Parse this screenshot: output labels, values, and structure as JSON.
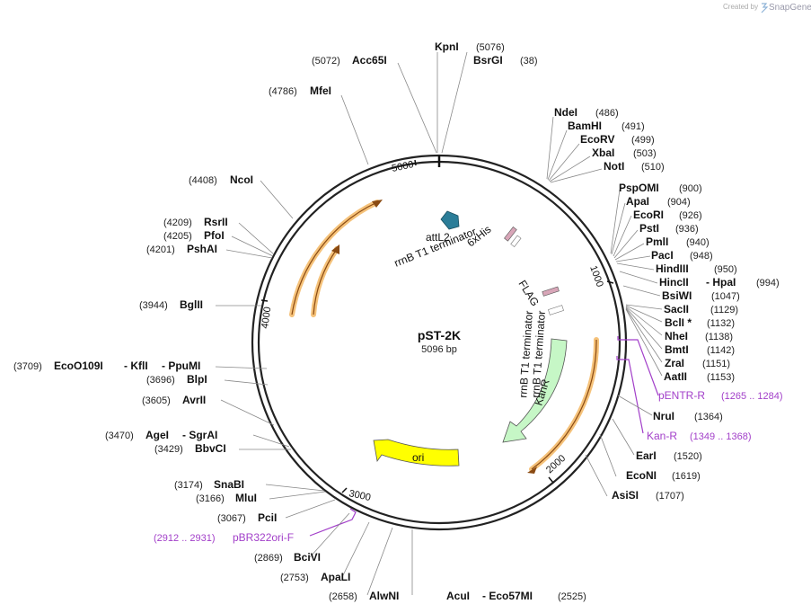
{
  "header": {
    "created_by": "Created by",
    "brand": "SnapGene"
  },
  "plasmid": {
    "name": "pST-2K",
    "size_label": "5096 bp"
  },
  "ticks": [
    "1000",
    "2000",
    "3000",
    "4000",
    "5000"
  ],
  "sites": [
    {
      "id": "kpni",
      "name": "KpnI",
      "pos": "(5076)"
    },
    {
      "id": "bsrgi",
      "name": "BsrGI",
      "pos": "(38)"
    },
    {
      "id": "acc65i",
      "name": "Acc65I",
      "pos": "(5072)"
    },
    {
      "id": "mfei",
      "name": "MfeI",
      "pos": "(4786)"
    },
    {
      "id": "ndei",
      "name": "NdeI",
      "pos": "(486)"
    },
    {
      "id": "bamhi",
      "name": "BamHI",
      "pos": "(491)"
    },
    {
      "id": "ecorv",
      "name": "EcoRV",
      "pos": "(499)"
    },
    {
      "id": "xbai",
      "name": "XbaI",
      "pos": "(503)"
    },
    {
      "id": "noti",
      "name": "NotI",
      "pos": "(510)"
    },
    {
      "id": "pspomi",
      "name": "PspOMI",
      "pos": "(900)"
    },
    {
      "id": "apai",
      "name": "ApaI",
      "pos": "(904)"
    },
    {
      "id": "ecori",
      "name": "EcoRI",
      "pos": "(926)"
    },
    {
      "id": "psti",
      "name": "PstI",
      "pos": "(936)"
    },
    {
      "id": "pmli",
      "name": "PmlI",
      "pos": "(940)"
    },
    {
      "id": "paci",
      "name": "PacI",
      "pos": "(948)"
    },
    {
      "id": "hindiii",
      "name": "HindIII",
      "pos": "(950)"
    },
    {
      "id": "hincii",
      "name": "HincII",
      "pos": ""
    },
    {
      "id": "hpai",
      "name": "- HpaI",
      "pos": "(994)"
    },
    {
      "id": "bsiwi",
      "name": "BsiWI",
      "pos": "(1047)"
    },
    {
      "id": "sacii",
      "name": "SacII",
      "pos": "(1129)"
    },
    {
      "id": "bcli",
      "name": "BclI *",
      "pos": "(1132)"
    },
    {
      "id": "nhei",
      "name": "NheI",
      "pos": "(1138)"
    },
    {
      "id": "bmti",
      "name": "BmtI",
      "pos": "(1142)"
    },
    {
      "id": "zrai",
      "name": "ZraI",
      "pos": "(1151)"
    },
    {
      "id": "aatii",
      "name": "AatII",
      "pos": "(1153)"
    },
    {
      "id": "nrui",
      "name": "NruI",
      "pos": "(1364)"
    },
    {
      "id": "eari",
      "name": "EarI",
      "pos": "(1520)"
    },
    {
      "id": "econi",
      "name": "EcoNI",
      "pos": "(1619)"
    },
    {
      "id": "asisi",
      "name": "AsiSI",
      "pos": "(1707)"
    },
    {
      "id": "acui",
      "name": "AcuI",
      "pos": ""
    },
    {
      "id": "eco57mi",
      "name": "- Eco57MI",
      "pos": "(2525)"
    },
    {
      "id": "alwni",
      "name": "AlwNI",
      "pos": "(2658)"
    },
    {
      "id": "apali",
      "name": "ApaLI",
      "pos": "(2753)"
    },
    {
      "id": "bcivi",
      "name": "BciVI",
      "pos": "(2869)"
    },
    {
      "id": "pcii",
      "name": "PciI",
      "pos": "(3067)"
    },
    {
      "id": "mlui",
      "name": "MluI",
      "pos": "(3166)"
    },
    {
      "id": "snabi",
      "name": "SnaBI",
      "pos": "(3174)"
    },
    {
      "id": "bbvci",
      "name": "BbvCI",
      "pos": "(3429)"
    },
    {
      "id": "agei",
      "name": "AgeI",
      "pos": "(3470)"
    },
    {
      "id": "sgrai",
      "name": "- SgrAI",
      "pos": ""
    },
    {
      "id": "avrii",
      "name": "AvrII",
      "pos": "(3605)"
    },
    {
      "id": "blpi",
      "name": "BlpI",
      "pos": "(3696)"
    },
    {
      "id": "eco0109i",
      "name": "EcoO109I",
      "pos": "(3709)"
    },
    {
      "id": "kfli",
      "name": "- KflI",
      "pos": ""
    },
    {
      "id": "ppumi",
      "name": "- PpuMI",
      "pos": ""
    },
    {
      "id": "bglii",
      "name": "BglII",
      "pos": "(3944)"
    },
    {
      "id": "pshai",
      "name": "PshAI",
      "pos": "(4201)"
    },
    {
      "id": "pfoi",
      "name": "PfoI",
      "pos": "(4205)"
    },
    {
      "id": "rsrii",
      "name": "RsrII",
      "pos": "(4209)"
    },
    {
      "id": "ncoi",
      "name": "NcoI",
      "pos": "(4408)"
    }
  ],
  "primers": [
    {
      "id": "pentr-r",
      "name": "pENTR-R",
      "pos": "(1265 .. 1284)"
    },
    {
      "id": "kan-r",
      "name": "Kan-R",
      "pos": "(1349 .. 1368)"
    },
    {
      "id": "pbr322ori-f",
      "name": "pBR322ori-F",
      "pos": "(2912 .. 2931)"
    }
  ],
  "features": {
    "attl2": "attL2",
    "his": "6xHis",
    "rrnb_top": "rrnB T1 terminator",
    "flag": "FLAG",
    "rrnb_left": "rrnB T1 terminator",
    "rrnb_right": "rrnB T1 terminator",
    "kanr": "KanR",
    "ori": "ori"
  },
  "colors": {
    "backbone": "#222222",
    "terminator_fill": "#f5c27a",
    "terminator_stroke": "#8a4a12",
    "kanr": "#c6f7c6",
    "ori": "#ffff00",
    "attl2": "#2b7d98",
    "tag": "#d8a6b8",
    "primer": "#a23fc9"
  }
}
